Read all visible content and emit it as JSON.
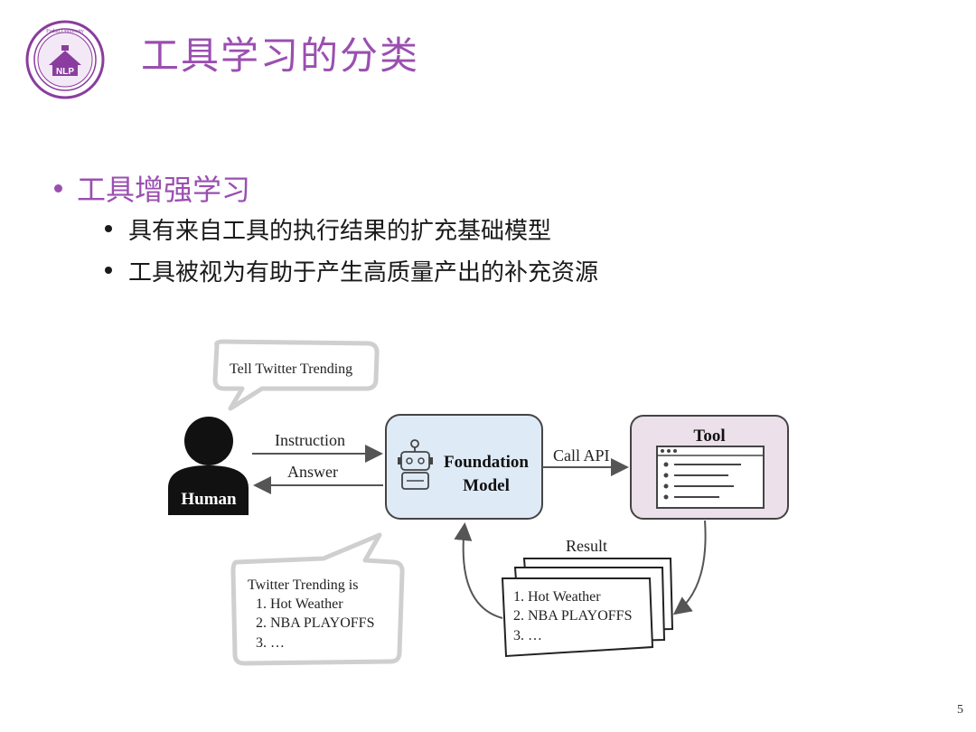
{
  "logo": {
    "text": "NLP",
    "ring_text": "Fudan University",
    "icon": "university-seal-icon"
  },
  "title": "工具学习的分类",
  "bullets": {
    "level1": "工具增强学习",
    "level2": [
      "具有来自工具的执行结果的扩充基础模型",
      "工具被视为有助于产生高质量产出的补充资源"
    ]
  },
  "diagram": {
    "bubble_top": "Tell Twitter Trending",
    "human_label": "Human",
    "instruction_label": "Instruction",
    "answer_label": "Answer",
    "model_label_line1": "Foundation",
    "model_label_line2": "Model",
    "call_api_label": "Call API",
    "tool_label": "Tool",
    "result_label": "Result",
    "bubble_bottom_title": "Twitter Trending is",
    "bubble_bottom_items": [
      "1. Hot Weather",
      "2. NBA PLAYOFFS",
      "3. …"
    ],
    "result_items": [
      "1. Hot Weather",
      "2. NBA PLAYOFFS",
      "3. …"
    ],
    "colors": {
      "model_fill": "#dfeaf7",
      "tool_fill": "#ece0ea",
      "accent": "#9a4fb0"
    }
  },
  "page_number": "5"
}
